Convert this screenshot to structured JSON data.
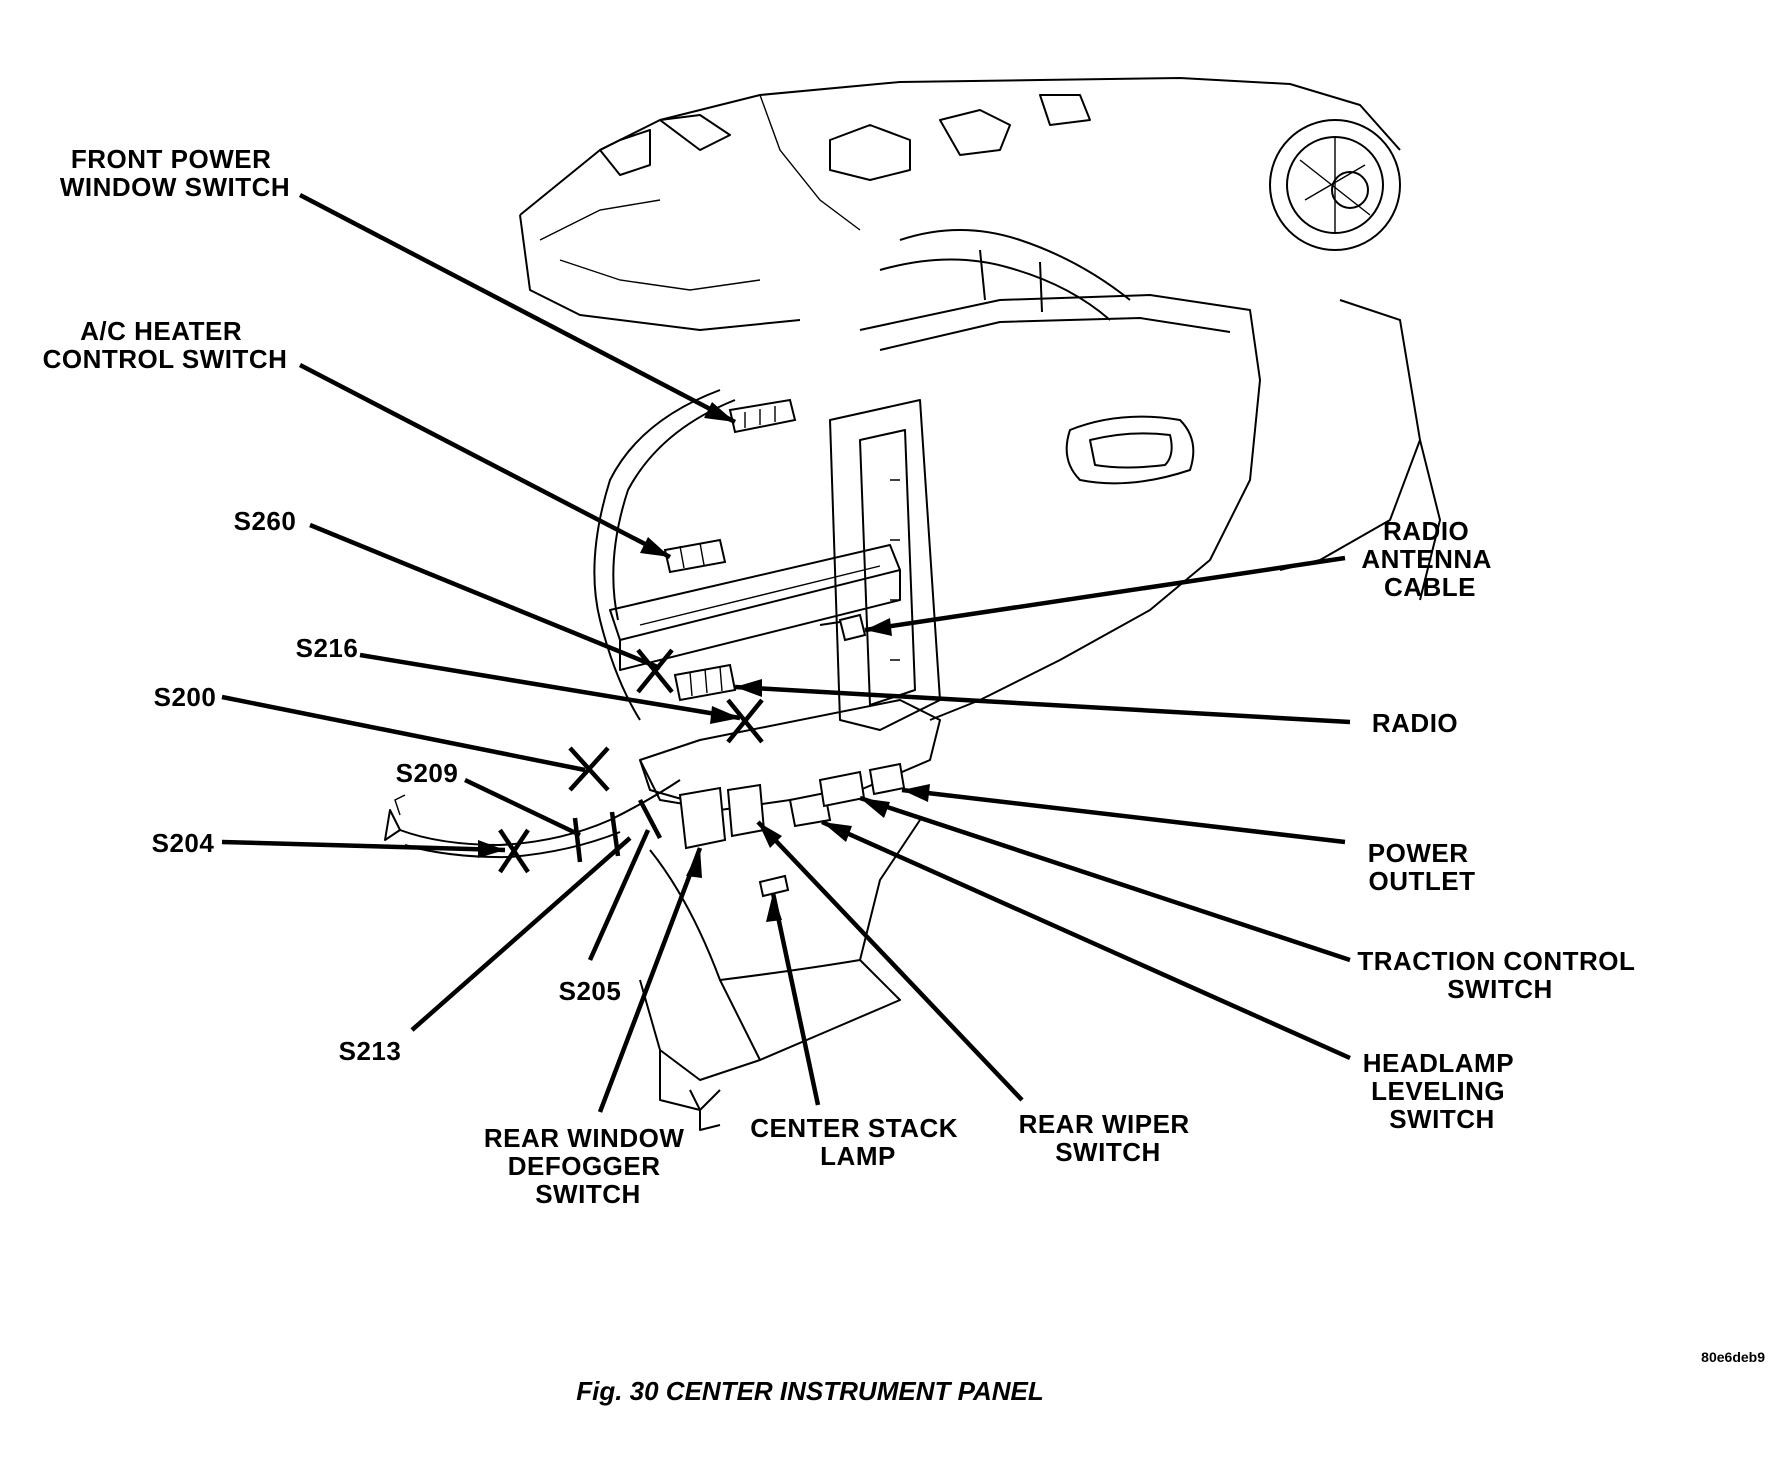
{
  "caption": "Fig. 30 CENTER INSTRUMENT PANEL",
  "image_code": "80e6deb9",
  "labels": {
    "front_power_window_switch": [
      "FRONT  POWER",
      "WINDOW  SWITCH"
    ],
    "ac_heater_control_switch": [
      "A/C  HEATER",
      "CONTROL  SWITCH"
    ],
    "s260": "S260",
    "s216": "S216",
    "s200": "S200",
    "s209": "S209",
    "s204": "S204",
    "s213": "S213",
    "s205": "S205",
    "rear_window_defogger_switch": [
      "REAR  WINDOW",
      "DEFOGGER",
      "SWITCH"
    ],
    "center_stack_lamp": [
      "CENTER  STACK",
      "LAMP"
    ],
    "rear_wiper_switch": [
      "REAR  WIPER",
      "SWITCH"
    ],
    "headlamp_leveling_switch": [
      "HEADLAMP",
      "LEVELING",
      "SWITCH"
    ],
    "traction_control_switch": [
      "TRACTION  CONTROL",
      "SWITCH"
    ],
    "power_outlet": [
      "POWER",
      "OUTLET"
    ],
    "radio": "RADIO",
    "radio_antenna_cable": [
      "RADIO",
      "ANTENNA",
      "CABLE"
    ]
  }
}
